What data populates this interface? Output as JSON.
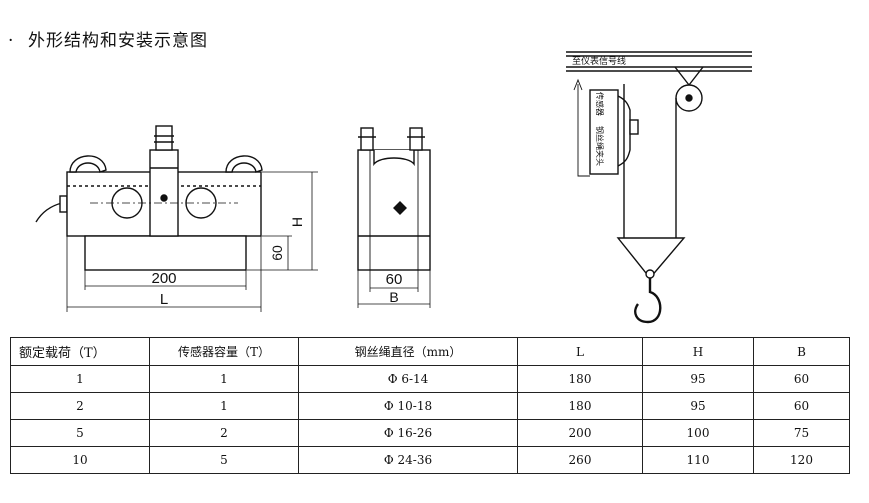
{
  "heading": {
    "bullet": "·",
    "title": "外形结构和安装示意图"
  },
  "drawing": {
    "front_dim_inner": "200",
    "front_dim_outer": "L",
    "front_dim_height": "H",
    "front_dim_60": "60",
    "side_dim_inner": "60",
    "side_dim_outer": "B",
    "install_label": "至仪表信号线",
    "sensor_label_top": "传感器",
    "sensor_label_bottom": "钢丝绳夹头"
  },
  "table": {
    "headers": [
      "额定载荷（T）",
      "传感器容量（T）",
      "钢丝绳直径（mm）",
      "L",
      "H",
      "B"
    ],
    "rows": [
      [
        "1",
        "1",
        "Φ 6-14",
        "180",
        "95",
        "60"
      ],
      [
        "2",
        "1",
        "Φ 10-18",
        "180",
        "95",
        "60"
      ],
      [
        "5",
        "2",
        "Φ 16-26",
        "200",
        "100",
        "75"
      ],
      [
        "10",
        "5",
        "Φ 24-36",
        "260",
        "110",
        "120"
      ]
    ]
  }
}
